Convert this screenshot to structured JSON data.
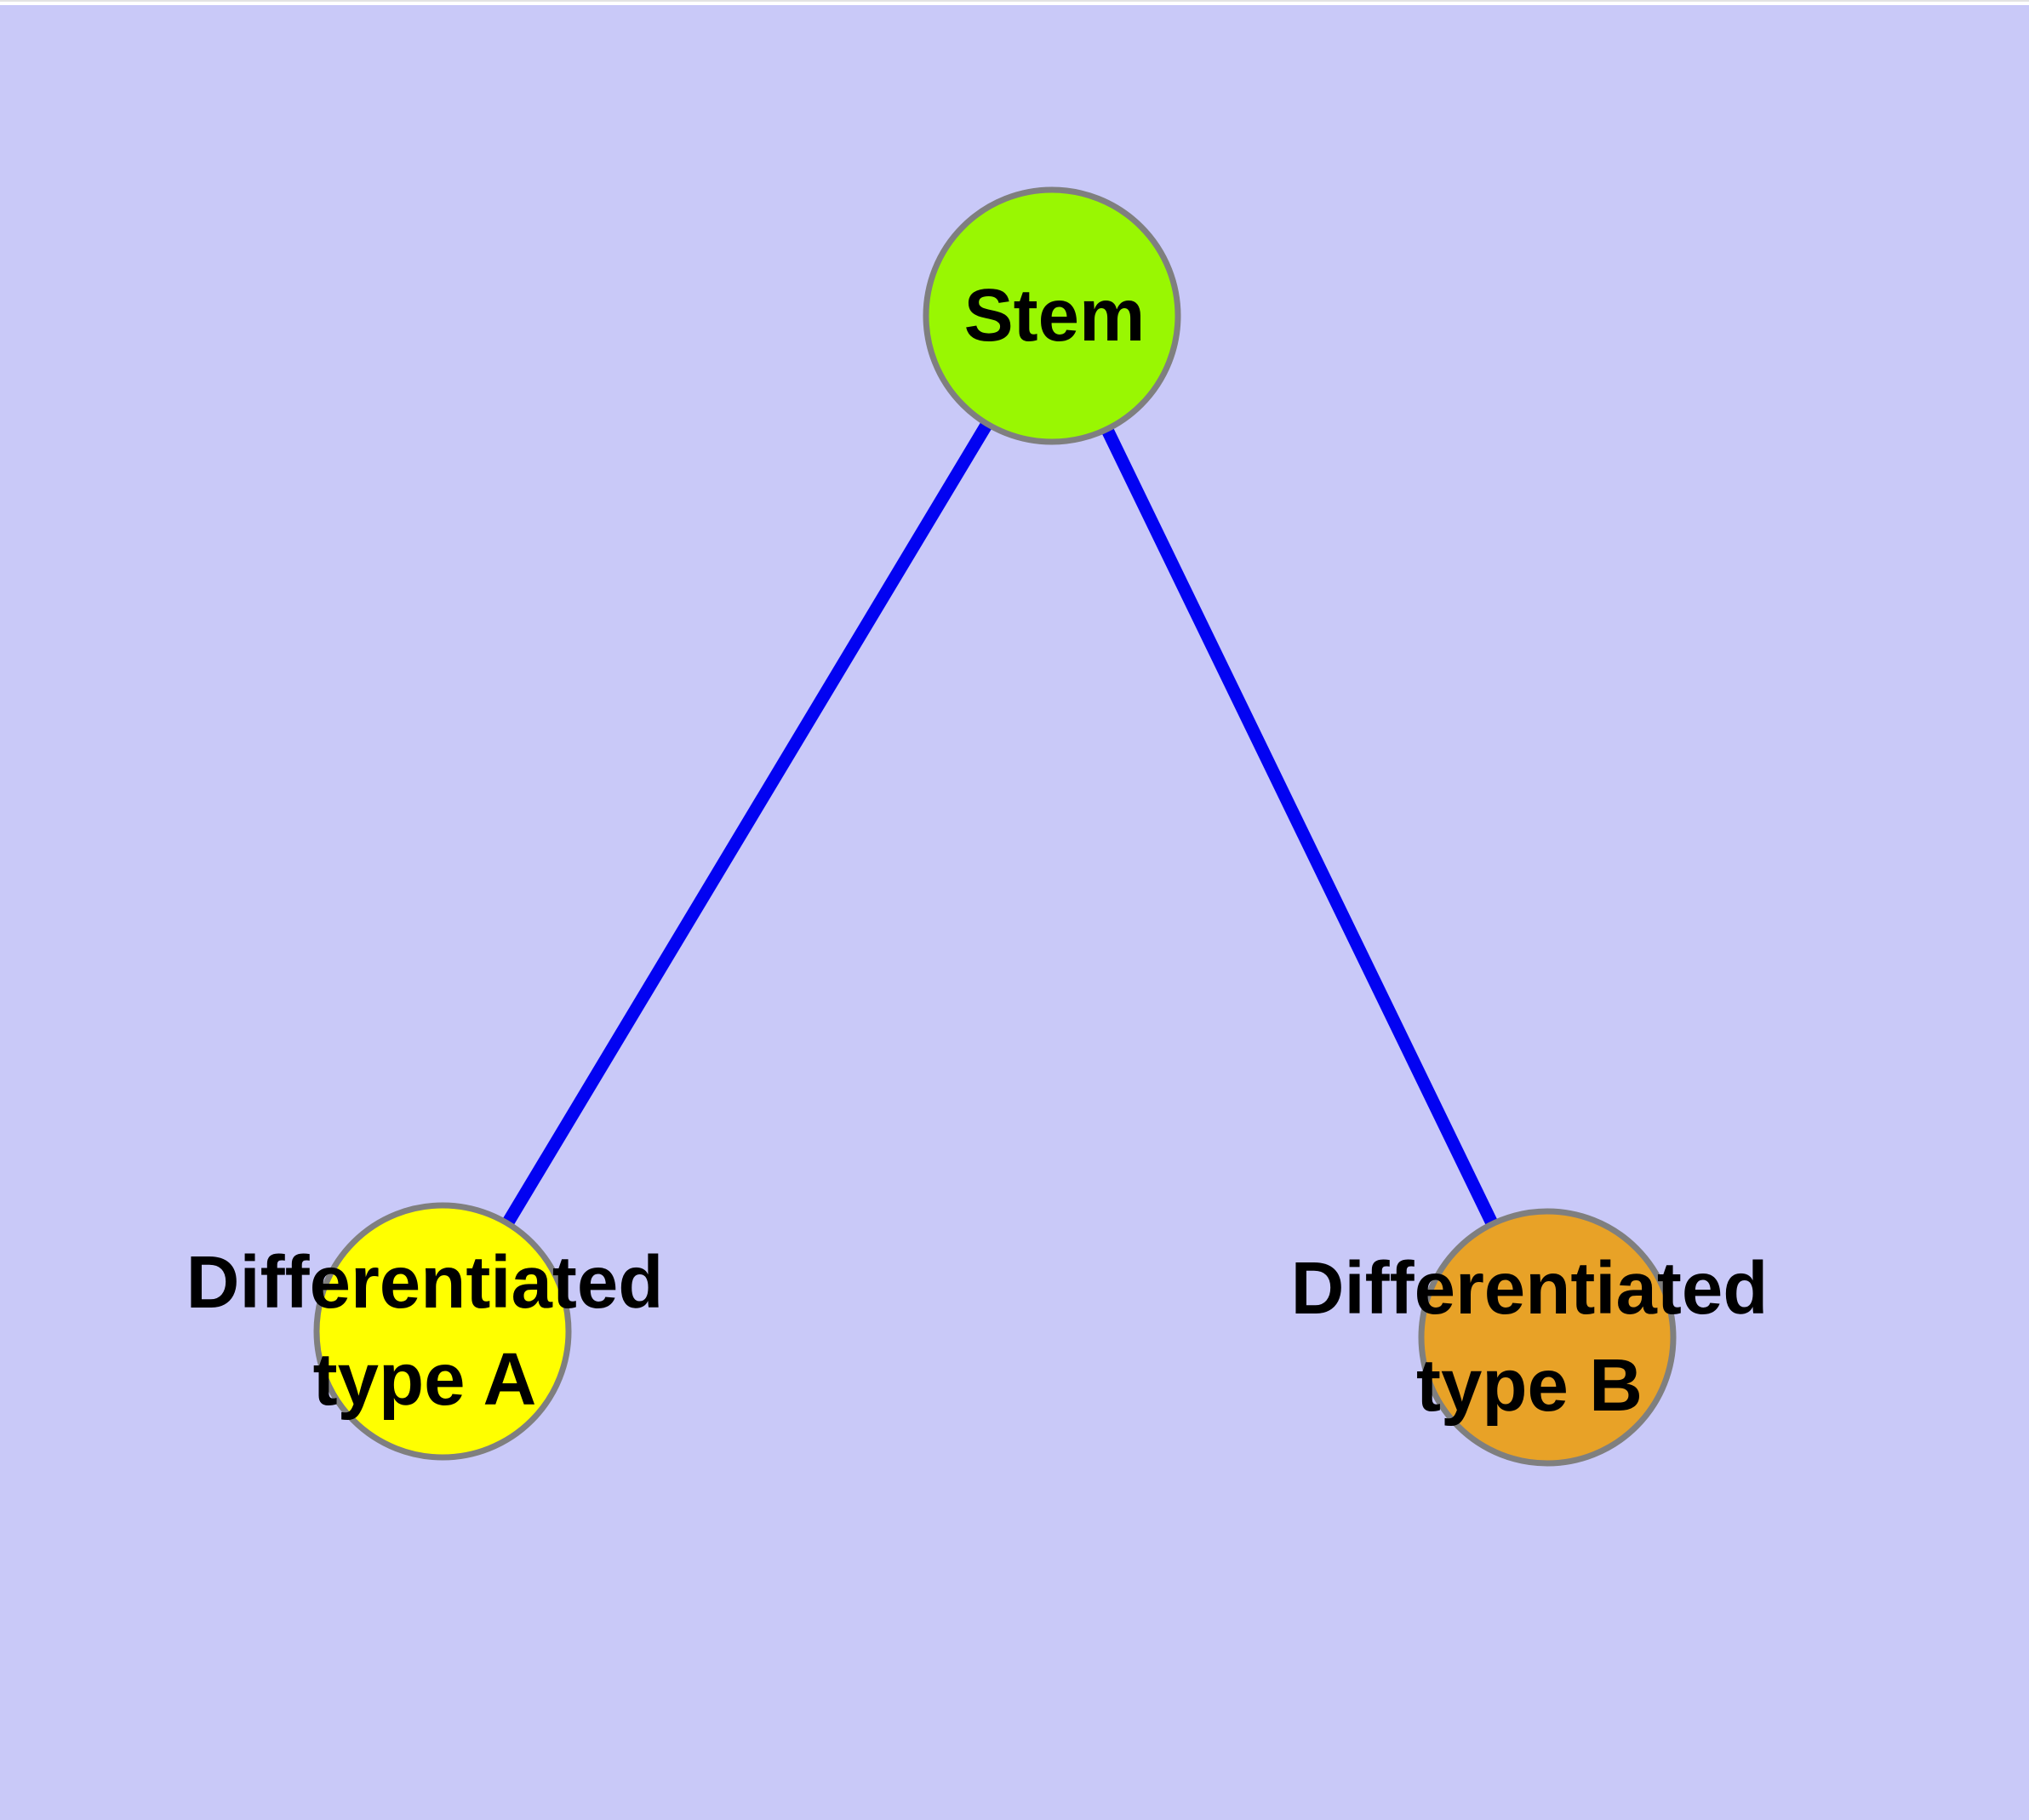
{
  "diagram": {
    "background_color": "#C9C9F8",
    "top_strip_color": "#FFFFFF",
    "top_strip_edge_color": "#E3E3E3",
    "node_border_color": "#7F7F7F",
    "label_color": "#000000",
    "nodes": [
      {
        "id": "stem",
        "line1": "Stem",
        "line2": "",
        "fill": "#99F702"
      },
      {
        "id": "diff-a",
        "line1": "Differentiated",
        "line2": "type A",
        "fill": "#FFFF00"
      },
      {
        "id": "diff-b",
        "line1": "Differentiated",
        "line2": "type B",
        "fill": "#E8A227"
      }
    ],
    "edges": [
      {
        "from": "stem",
        "to": "diff-a",
        "color": "#0202F2"
      },
      {
        "from": "stem",
        "to": "diff-b",
        "color": "#0202F2"
      }
    ]
  }
}
